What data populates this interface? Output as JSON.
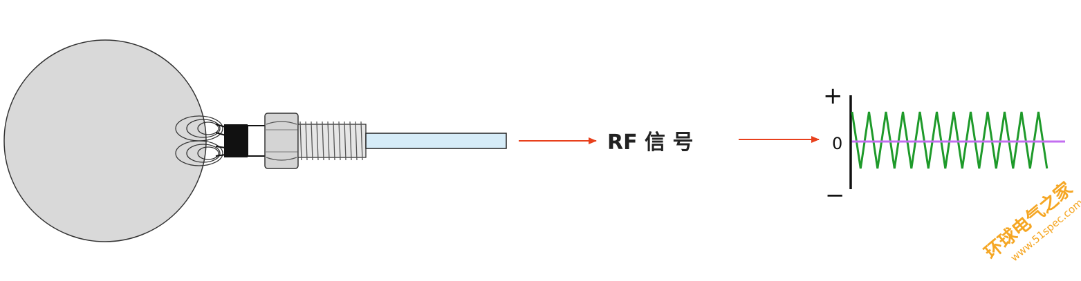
{
  "labels": {
    "signal": "RF 信 号",
    "plus": "+",
    "minus": "−",
    "zero": "0"
  },
  "watermark": {
    "name": "环球电气之家",
    "url": "www.51spec.com"
  },
  "colors": {
    "arrow": "#e8401c",
    "wave": "#1e9a2a",
    "baseline": "#c36ef0",
    "disc": "#d9d9d9",
    "rod": "#d6ecf8",
    "watermark": "#f5a623"
  },
  "icons": {
    "sensor": "eddy-current-probe-icon",
    "arrow": "right-arrow-icon"
  }
}
